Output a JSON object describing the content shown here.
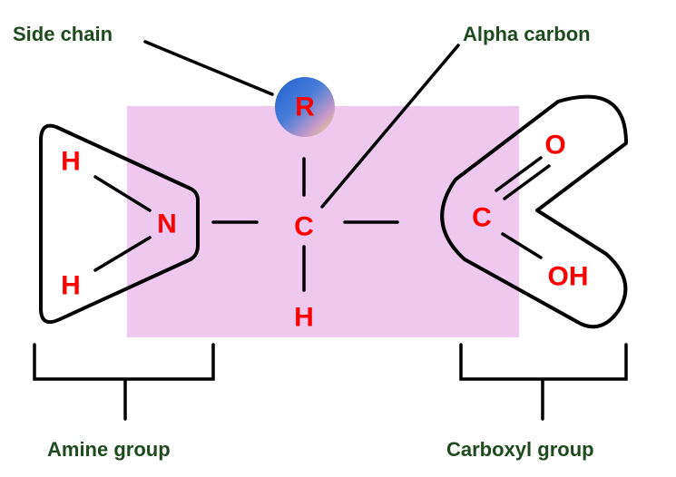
{
  "labels": {
    "side_chain": "Side chain",
    "alpha_carbon": "Alpha carbon",
    "amine_group": "Amine group",
    "carboxyl_group": "Carboxyl group"
  },
  "atoms": {
    "r": "R",
    "amine_h_top": "H",
    "amine_n": "N",
    "amine_h_bottom": "H",
    "alpha_c": "C",
    "alpha_h": "H",
    "carboxyl_c": "C",
    "carboxyl_o": "O",
    "carboxyl_oh": "OH"
  },
  "colors": {
    "backbone_highlight": "#eec8ee",
    "atom_text": "#ff0000",
    "label_text": "#1f4a1f"
  }
}
